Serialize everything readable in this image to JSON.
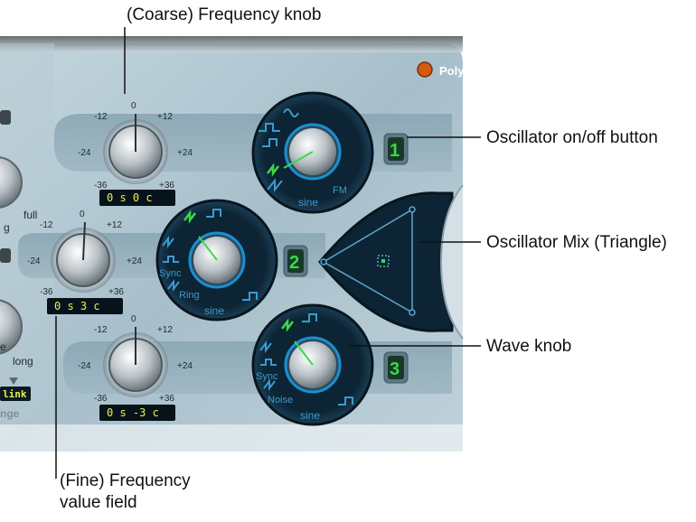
{
  "callouts": {
    "coarse_frequency": "(Coarse) Frequency knob",
    "osc_onoff": "Oscillator on/off button",
    "osc_mix": "Oscillator Mix (Triangle)",
    "wave_knob": "Wave knob",
    "fine_frequency_line1": "(Fine) Frequency",
    "fine_frequency_line2": "value field"
  },
  "header": {
    "poly_label": "Poly"
  },
  "left_panel": {
    "full_label": "full",
    "g_label": "g",
    "long_label": "long",
    "e_label": "e",
    "link_label": "link",
    "range_label": "nge"
  },
  "freq_scale": {
    "m12": "-12",
    "zero": "0",
    "p12": "+12",
    "m24": "-24",
    "p24": "+24",
    "m36": "-36",
    "p36": "+36"
  },
  "oscillators": [
    {
      "number": "1",
      "fine_value": "0 s  0 c",
      "wave_labels": {
        "sine": "sine",
        "fm": "FM"
      }
    },
    {
      "number": "2",
      "fine_value": "0 s  3 c",
      "wave_labels": {
        "sine": "sine",
        "sync": "Sync",
        "ring": "Ring"
      }
    },
    {
      "number": "3",
      "fine_value": "0 s -3 c",
      "wave_labels": {
        "sine": "sine",
        "sync": "Sync",
        "noise": "Noise"
      }
    }
  ],
  "colors": {
    "lcd_text": "#e8f04a",
    "wave_active": "#3cd84a",
    "number_green": "#3cd84a",
    "panel_blue": "#a9c3d0"
  }
}
